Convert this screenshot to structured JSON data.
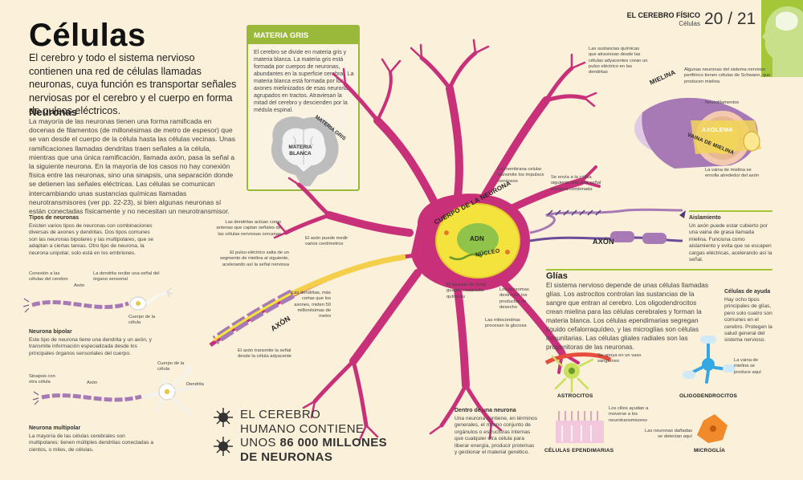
{
  "page": {
    "title": "Células",
    "header_category": "EL CEREBRO FÍSICO",
    "header_subcategory": "Células",
    "page_numbers": "20 / 21"
  },
  "intro": "El cerebro y todo el sistema nervioso contienen una red de células llamadas neuronas, cuya función es transportar señales nerviosas por el cerebro y el cuerpo en forma de pulsos eléctricos.",
  "neuronas": {
    "heading": "Neuronas",
    "text": "La mayoría de las neuronas tienen una forma ramificada en docenas de filamentos (de millonésimas de metro de espesor) que se van desde el cuerpo de la célula hasta las células vecinas. Unas ramificaciones llamadas dendritas traen señales a la célula, mientras que una única ramificación, llamada axón, pasa la señal a la siguiente neurona. En la mayoría de los casos no hay conexión física entre las neuronas, sino una sinapsis, una separación donde se detienen las señales eléctricas. Las células se comunican intercambiando unas sustancias químicas llamadas neurotransmisores (ver pp. 22-23), si bien algunas neuronas sí están conectadas físicamente y no necesitan un neurotransmisor."
  },
  "materia_gris": {
    "heading": "MATERIA GRIS",
    "text": "El cerebro se divide en materia gris y materia blanca. La materia gris está formada por cuerpos de neuronas, abundantes en la superficie cerebral. La materia blanca está formada por los axones mielinizados de esas neuronas, agrupados en tractos. Atraviesan la mitad del cerebro y descienden por la médula espinal.",
    "label_gris": "MATERIA GRIS",
    "label_blanca": "MATERIA BLANCA"
  },
  "tipos": {
    "heading": "Tipos de neuronas",
    "text": "Existen varios tipos de neuronas con combinaciones diversas de axones y dendritas. Dos tipos comunes son las neuronas bipolares y las multipolares, que se adaptan a ciertas tareas. Otro tipo de neurona, la neurona unipolar, solo está en los embriones.",
    "bipolar_heading": "Neurona bipolar",
    "bipolar_text": "Este tipo de neurona tiene una dendrita y un axón, y transmite información especializada desde los principales órganos sensoriales del cuerpo.",
    "multipolar_heading": "Neurona multipolar",
    "multipolar_text": "La mayoría de las células cerebrales son multipolares: tienen múltiples dendritas conectadas a cientos, o miles, de células.",
    "lbl_conexion": "Conexión a las células del cerebro",
    "lbl_axon1": "Axón",
    "lbl_dendrita_recibe": "La dendrita recibe una señal del órgano sensorial",
    "lbl_cuerpo1": "Cuerpo de la célula",
    "lbl_sinapsis": "Sinapsis con otra célula",
    "lbl_axon2": "Axón",
    "lbl_cuerpo2": "Cuerpo de la célula",
    "lbl_dendrita": "Dendrita"
  },
  "neuron_labels": {
    "cuerpo": "CUERPO DE LA NEURONA",
    "adn": "ADN",
    "nucleo": "NÚCLEO",
    "axon": "AXÓN",
    "dendritas_antenas": "Las dendritas actúan como antenas que captan señales de las células nerviosas cercanas",
    "axon_mide": "El axón puede medir varios centímetros",
    "pulso": "El pulso eléctrico salta de un segmento de mielina al siguiente, acelerando así la señal nerviosa",
    "dendritas_cortas": "Las dendritas, más cortas que los axones, miden 50 millonésimas de metro",
    "axon_transmite": "El axón transmite la señal desde la célula adyacente",
    "golgi": "El aparato de Golgi guarda sustancias químicas",
    "lisosomas": "Los lisosomas destruyen los productos de desecho",
    "mitocondrias": "Las mitocondrias procesan la glucosa",
    "membrana": "La membrana celular transmite los impulsos nerviosos",
    "envia": "Se envía a la célula siguiente una sola señal eléctrica combinada",
    "sustancias": "Las sustancias químicas que atraviesan desde las células adyacentes crean un pulso eléctrico en las dendritas",
    "axon_right": "AXÓN"
  },
  "dentro": {
    "heading": "Dentro de una neurona",
    "text": "Una neurona contiene, en términos generales, el mismo conjunto de orgánulos o estructuras internas que cualquier otra célula para liberar energía, producir proteínas y gestionar el material genético."
  },
  "fact": {
    "line1": "EL CEREBRO",
    "line2": "HUMANO CONTIENE",
    "line3a": "UNOS ",
    "line3b": "86 000 MILLONES",
    "line4": "DE NEURONAS"
  },
  "mielina": {
    "label": "MIELINA",
    "algunas": "Algunas neuronas del sistema nervioso periférico tienen células de Schwann, que producen mielina",
    "neurofilamentos": "Neurofilamentos",
    "axolema": "AXOLEMA",
    "vaina": "VAINA DE MIELINA",
    "vaina_text": "La vaina de mielina se enrolla alrededor del axón"
  },
  "aislamiento": {
    "heading": "Aislamiento",
    "text": "Un axón puede estar cubierto por una vaina de grasa llamada mielina. Funciona como aislamiento y evita que se escapen cargas eléctricas, acelerando así la señal."
  },
  "glias": {
    "heading": "Glías",
    "text": "El sistema nervioso depende de unas células llamadas glías. Los astrocitos controlan las sustancias de la sangre que entran al cerebro. Los oligodendrocitos crean mielina para las células cerebrales y forman la materia blanca. Los células ependimarias segregan líquido cefalorraquídeo, y las microglías son células inmunitarias. Las células gliales radiales son las progenitoras de las neuronas.",
    "ayuda_heading": "Células de ayuda",
    "ayuda_text": "Hay ocho tipos principales de glías, pero solo cuatro son comunes en el cerebro. Protegen la salud general del sistema nervioso.",
    "astrocitos": "ASTROCITOS",
    "astro_note": "Se apoya en un vaso sanguíneo",
    "oligo": "OLIGODENDROCITOS",
    "oligo_note": "La vaina de mielina se produce aquí",
    "epen": "CÉLULAS EPENDIMARIAS",
    "epen_note": "Los cilios ayudan a moverse a los neurotransmisores",
    "micro": "MICROGLÍA",
    "micro_note": "Las neuronas dañadas se detectan aquí"
  }
}
